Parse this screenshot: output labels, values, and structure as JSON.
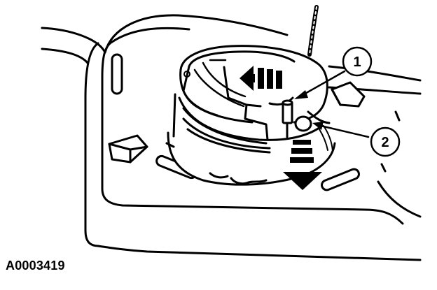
{
  "figure": {
    "id": "A0003419",
    "callouts": [
      {
        "label": "1"
      },
      {
        "label": "2"
      }
    ]
  },
  "colors": {
    "line": "#000000",
    "background": "#ffffff"
  }
}
